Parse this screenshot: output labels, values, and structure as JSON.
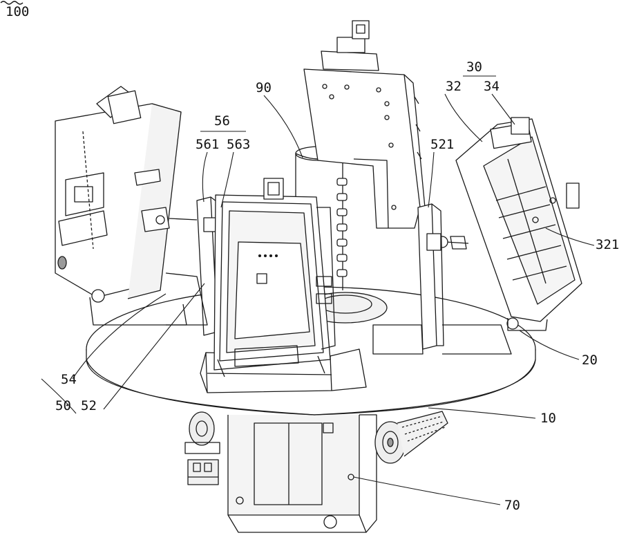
{
  "figure": {
    "id_label": "100"
  },
  "labels": {
    "l30": "30",
    "l32": "32",
    "l34": "34",
    "l90": "90",
    "l56": "56",
    "l561": "561",
    "l563": "563",
    "l521": "521",
    "l321": "321",
    "l20": "20",
    "l54": "54",
    "l50": "50",
    "l52": "52",
    "l10": "10",
    "l70": "70"
  },
  "colors": {
    "line": "#1a1a1a",
    "paper": "#ffffff",
    "shade": "#e6e6e6",
    "dark": "#9a9a9a"
  }
}
